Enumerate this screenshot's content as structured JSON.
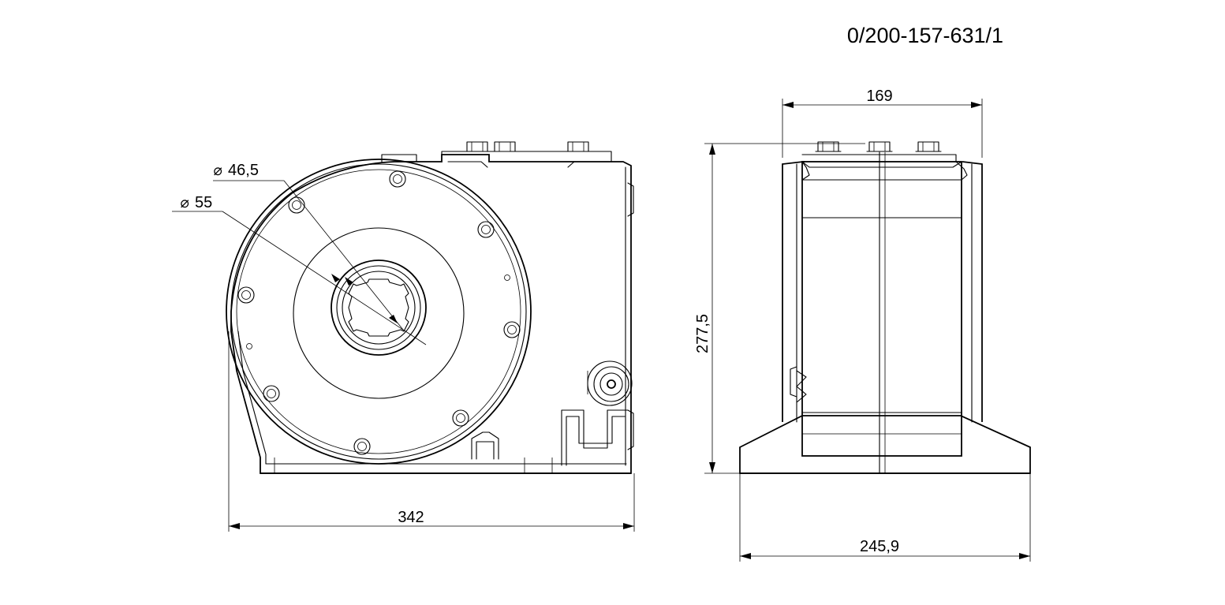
{
  "drawing_number": "0/200-157-631/1",
  "front_view": {
    "diameter_symbol": "⌀",
    "diameter_inner": "46,5",
    "diameter_outer": "55",
    "width": "342"
  },
  "side_view": {
    "top_width": "169",
    "height": "277,5",
    "base_width": "245,9"
  },
  "colors": {
    "line": "#000000",
    "background": "#ffffff"
  }
}
